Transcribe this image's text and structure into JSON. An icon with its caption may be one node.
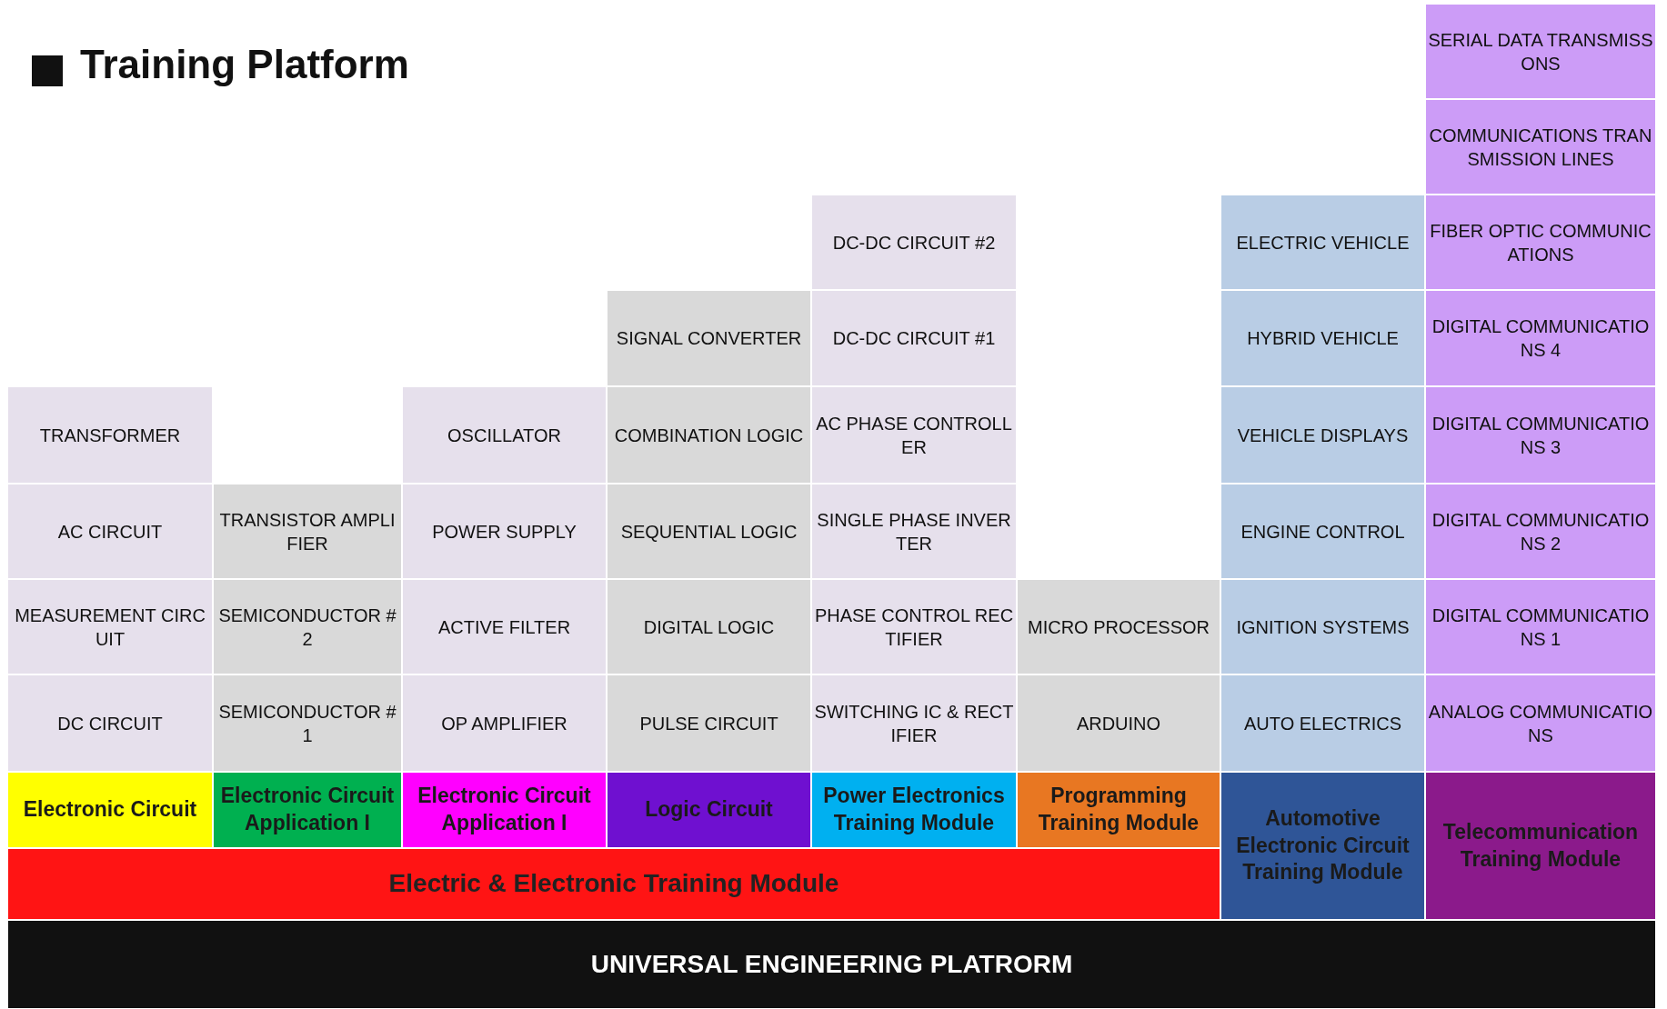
{
  "diagram": {
    "title": "Training Platform",
    "nodes": [
      {
        "text": [
          "TRANSFORMER"
        ]
      },
      {
        "text": [
          "AC CIRCUIT"
        ]
      },
      {
        "text": [
          "MEASUREMENT CIRCUIT"
        ]
      },
      {
        "text": [
          "DC CIRCUIT"
        ]
      },
      {
        "text": [
          "TRANSISTOR AMPLIFIER"
        ]
      },
      {
        "text": [
          "SEMICONDUCTOR #2"
        ]
      },
      {
        "text": [
          "SEMICONDUCTOR #1"
        ]
      },
      {
        "text": [
          "OSCILLATOR"
        ]
      },
      {
        "text": [
          "POWER SUPPLY"
        ]
      },
      {
        "text": [
          "ACTIVE FILTER"
        ]
      },
      {
        "text": [
          "OP AMPLIFIER"
        ]
      },
      {
        "text": [
          "SIGNAL CONVERTER"
        ]
      },
      {
        "text": [
          "COMBINATION LOGIC"
        ]
      },
      {
        "text": [
          "SEQUENTIAL LOGIC"
        ]
      },
      {
        "text": [
          "DIGITAL LOGIC"
        ]
      },
      {
        "text": [
          "PULSE CIRCUIT"
        ]
      },
      {
        "text": [
          "DC-DC CIRCUIT #2"
        ]
      },
      {
        "text": [
          "DC-DC CIRCUIT #1"
        ]
      },
      {
        "text": [
          "AC PHASE CONTROLLER"
        ]
      },
      {
        "text": [
          "SINGLE PHASE INVERTER"
        ]
      },
      {
        "text": [
          "PHASE CONTROL RECTIFIER"
        ]
      },
      {
        "text": [
          "SWITCHING IC & RECTIFIER"
        ]
      },
      {
        "text": [
          "MICRO PROCESSOR"
        ]
      },
      {
        "text": [
          "ARDUINO"
        ]
      },
      {
        "text": [
          "ELECTRIC VEHICLE"
        ]
      },
      {
        "text": [
          "HYBRID VEHICLE"
        ]
      },
      {
        "text": [
          "VEHICLE DISPLAYS"
        ]
      },
      {
        "text": [
          "ENGINE CONTROL"
        ]
      },
      {
        "text": [
          "IGNITION SYSTEMS"
        ]
      },
      {
        "text": [
          "AUTO ELECTRICS"
        ]
      },
      {
        "text": [
          "SERIAL DATA TRANSMISSONS"
        ]
      },
      {
        "text": [
          "COMMUNICATIONS TRANSMISSION LINES"
        ]
      },
      {
        "text": [
          "FIBER OPTIC COMMUNICATIONS"
        ]
      },
      {
        "text": [
          "DIGITAL COMMUNICATIONS 4"
        ]
      },
      {
        "text": [
          "DIGITAL COMMUNICATIONS 3"
        ]
      },
      {
        "text": [
          "DIGITAL COMMUNICATIONS 2"
        ]
      },
      {
        "text": [
          "DIGITAL COMMUNICATIONS 1"
        ]
      },
      {
        "text": [
          "ANALOG COMMUNICATIONS"
        ]
      },
      {
        "text": [
          "Electronic Circuit"
        ]
      },
      {
        "text": [
          "Electronic Circuit Application I"
        ]
      },
      {
        "text": [
          "Electronic Circuit Application I"
        ]
      },
      {
        "text": [
          "Logic Circuit"
        ]
      },
      {
        "text": [
          "Power Electronics Training Module"
        ]
      },
      {
        "text": [
          "Programming Training Module"
        ]
      },
      {
        "text": [
          "Automotive Electronic Circuit Training Module"
        ]
      },
      {
        "text": [
          "Telecommunication Training Module"
        ]
      },
      {
        "text": [
          "Electric & Electronic Training Module"
        ]
      },
      {
        "text": [
          "UNIVERSAL ENGINEERING PLATRORM"
        ]
      }
    ]
  }
}
